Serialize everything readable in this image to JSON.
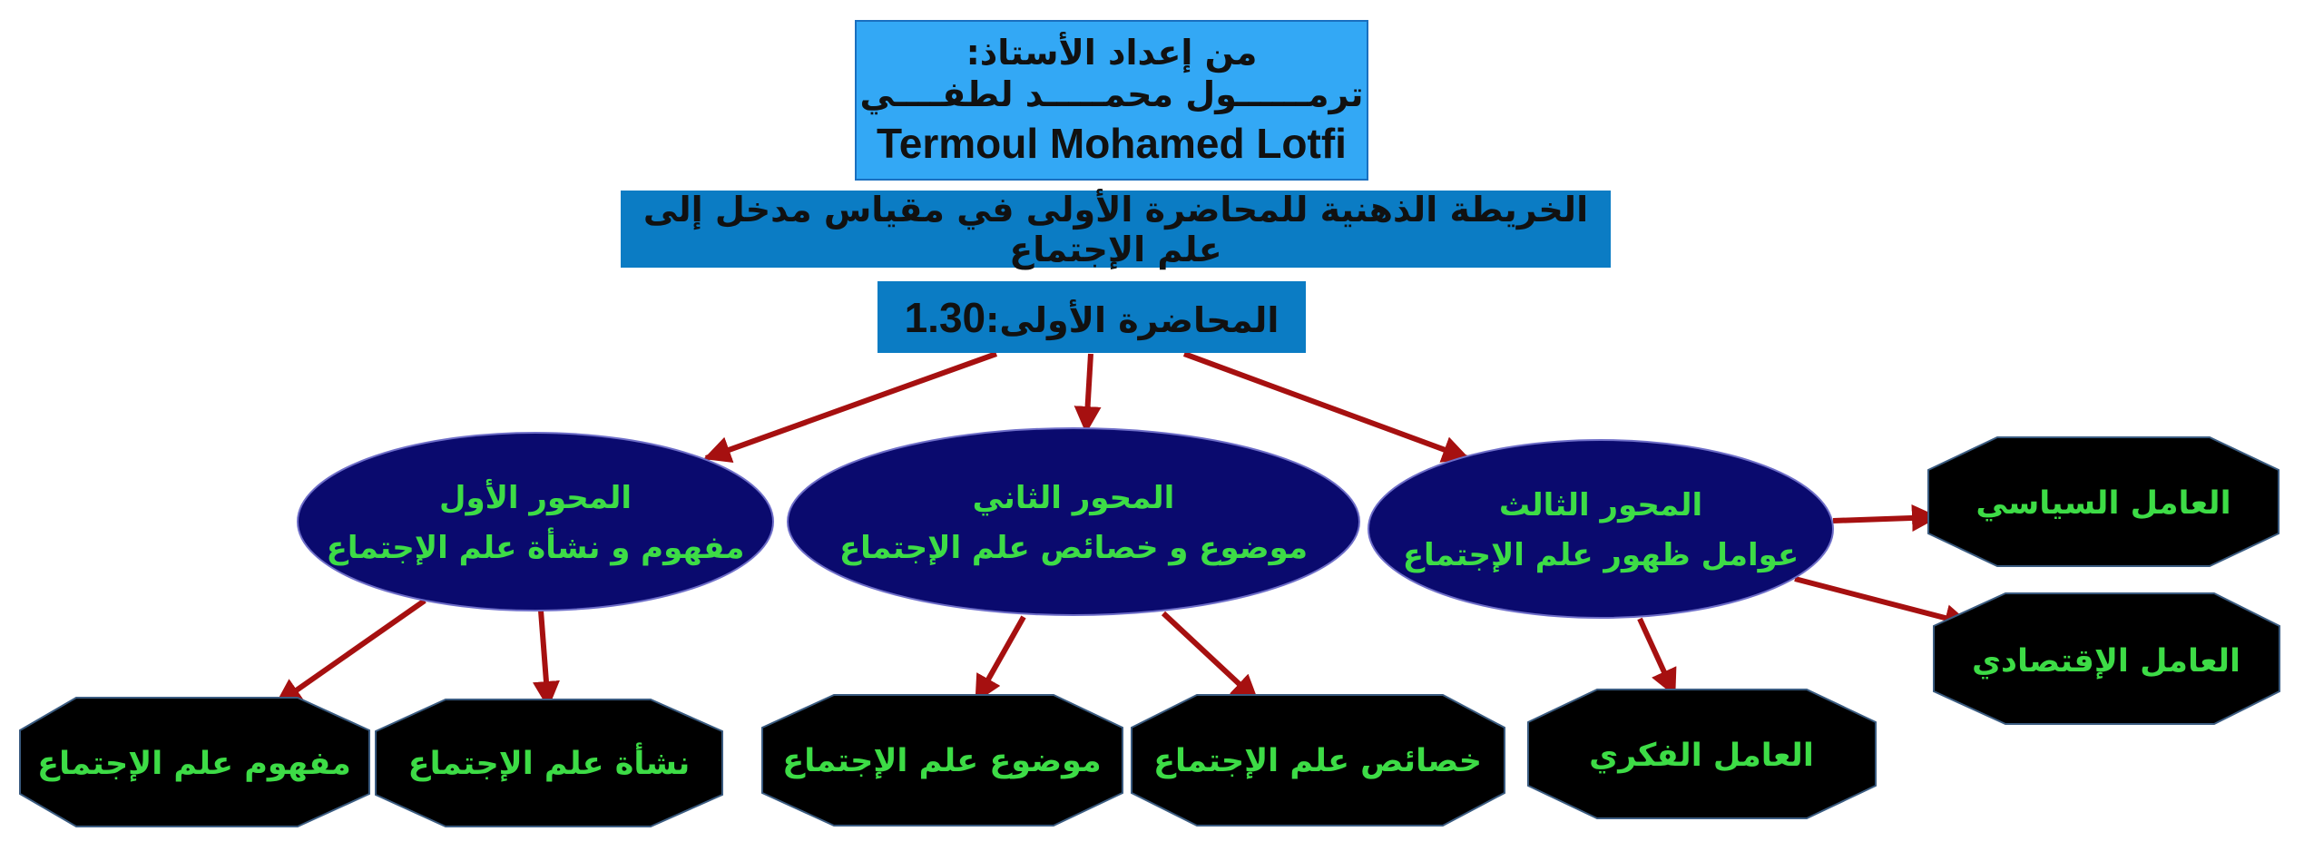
{
  "header": {
    "author_label": "من إعداد الأستاذ:",
    "author_name_ar": "ترمــــــول محمـــــد لطفــــي",
    "author_name_en": "Termoul Mohamed Lotfi",
    "map_title": "الخريطة الذهنية للمحاضرة الأولى في مقياس مدخل إلى علم الإجتماع",
    "lecture_label": "المحاضرة الأولى:",
    "lecture_time": "1.30"
  },
  "colors": {
    "author_box": "#33a8f5",
    "title_box": "#0b7cc4",
    "axis_ellipse": "#0a0a6e",
    "leaf_octagon": "#000000",
    "node_text": "#3ddc46",
    "arrow": "#a61010"
  },
  "axes": [
    {
      "id": "axis-1",
      "title": "المحور الأول",
      "subtitle": "مفهوم و نشأة علم الإجتماع"
    },
    {
      "id": "axis-2",
      "title": "المحور الثاني",
      "subtitle": "موضوع و خصائص علم الإجتماع"
    },
    {
      "id": "axis-3",
      "title": "المحور الثالث",
      "subtitle": "عوامل ظهور علم الإجتماع"
    }
  ],
  "leaves": [
    {
      "id": "leaf-concept",
      "axis": "axis-1",
      "label": "مفهوم علم الإجتماع"
    },
    {
      "id": "leaf-origin",
      "axis": "axis-1",
      "label": "نشأة علم الإجتماع"
    },
    {
      "id": "leaf-subject",
      "axis": "axis-2",
      "label": "موضوع علم الإجتماع"
    },
    {
      "id": "leaf-features",
      "axis": "axis-2",
      "label": "خصائص علم الإجتماع"
    },
    {
      "id": "leaf-intellectual",
      "axis": "axis-3",
      "label": "العامل الفكري"
    },
    {
      "id": "leaf-political",
      "axis": "axis-3",
      "label": "العامل السياسي"
    },
    {
      "id": "leaf-economic",
      "axis": "axis-3",
      "label": "العامل الإقتصادي"
    }
  ]
}
